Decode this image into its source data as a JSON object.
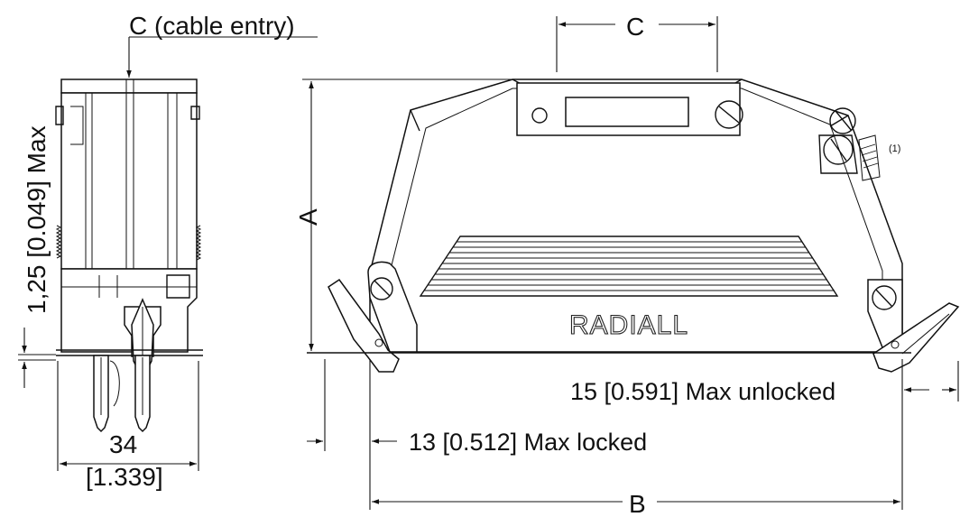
{
  "labels": {
    "cable_entry": "C (cable entry)",
    "wall_thickness": "1,25 [0.049] Max",
    "width_mm": "34",
    "width_in": "[1.339]",
    "dim_a": "A",
    "dim_b": "B",
    "dim_c": "C",
    "unlocked": "15 [0.591] Max unlocked",
    "locked": "13 [0.512] Max locked",
    "brand": "RADIALL",
    "note": "(1)"
  }
}
